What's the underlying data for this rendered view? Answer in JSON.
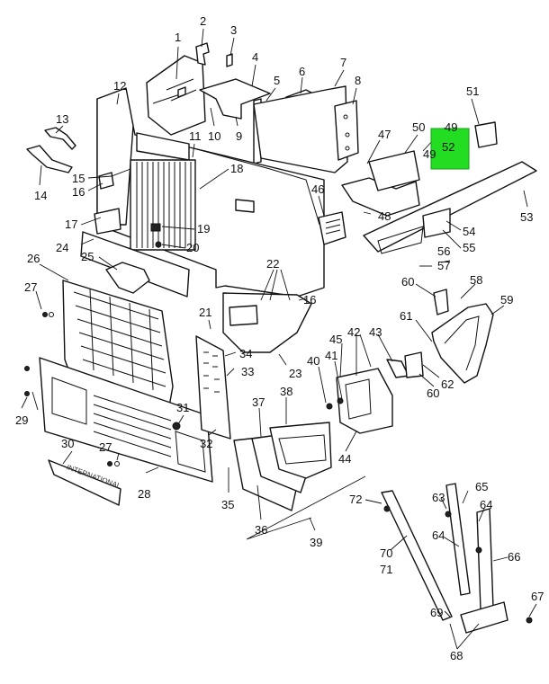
{
  "highlight": {
    "label": "52",
    "color": "#22dd22"
  },
  "emblem_text": "INTERNATIONAL",
  "callouts": [
    {
      "id": "c1",
      "text": "1"
    },
    {
      "id": "c2",
      "text": "2"
    },
    {
      "id": "c3",
      "text": "3"
    },
    {
      "id": "c4",
      "text": "4"
    },
    {
      "id": "c5",
      "text": "5"
    },
    {
      "id": "c6",
      "text": "6"
    },
    {
      "id": "c7",
      "text": "7"
    },
    {
      "id": "c8",
      "text": "8"
    },
    {
      "id": "c9",
      "text": "9"
    },
    {
      "id": "c10",
      "text": "10"
    },
    {
      "id": "c11",
      "text": "11"
    },
    {
      "id": "c12",
      "text": "12"
    },
    {
      "id": "c13",
      "text": "13"
    },
    {
      "id": "c14",
      "text": "14"
    },
    {
      "id": "c15",
      "text": "15"
    },
    {
      "id": "c16a",
      "text": "16"
    },
    {
      "id": "c16b",
      "text": "16"
    },
    {
      "id": "c17",
      "text": "17"
    },
    {
      "id": "c18",
      "text": "18"
    },
    {
      "id": "c19",
      "text": "19"
    },
    {
      "id": "c20",
      "text": "20"
    },
    {
      "id": "c21",
      "text": "21"
    },
    {
      "id": "c22",
      "text": "22"
    },
    {
      "id": "c23",
      "text": "23"
    },
    {
      "id": "c24",
      "text": "24"
    },
    {
      "id": "c25",
      "text": "25"
    },
    {
      "id": "c26",
      "text": "26"
    },
    {
      "id": "c27a",
      "text": "27"
    },
    {
      "id": "c27b",
      "text": "27"
    },
    {
      "id": "c28",
      "text": "28"
    },
    {
      "id": "c29",
      "text": "29"
    },
    {
      "id": "c30",
      "text": "30"
    },
    {
      "id": "c31",
      "text": "31"
    },
    {
      "id": "c32",
      "text": "32"
    },
    {
      "id": "c33",
      "text": "33"
    },
    {
      "id": "c34",
      "text": "34"
    },
    {
      "id": "c35",
      "text": "35"
    },
    {
      "id": "c36",
      "text": "36"
    },
    {
      "id": "c37",
      "text": "37"
    },
    {
      "id": "c38",
      "text": "38"
    },
    {
      "id": "c39",
      "text": "39"
    },
    {
      "id": "c40",
      "text": "40"
    },
    {
      "id": "c41",
      "text": "41"
    },
    {
      "id": "c42",
      "text": "42"
    },
    {
      "id": "c43",
      "text": "43"
    },
    {
      "id": "c44",
      "text": "44"
    },
    {
      "id": "c45",
      "text": "45"
    },
    {
      "id": "c46",
      "text": "46"
    },
    {
      "id": "c47",
      "text": "47"
    },
    {
      "id": "c48",
      "text": "48"
    },
    {
      "id": "c49a",
      "text": "49"
    },
    {
      "id": "c49b",
      "text": "49"
    },
    {
      "id": "c50",
      "text": "50"
    },
    {
      "id": "c51",
      "text": "51"
    },
    {
      "id": "c53",
      "text": "53"
    },
    {
      "id": "c54",
      "text": "54"
    },
    {
      "id": "c55",
      "text": "55"
    },
    {
      "id": "c56",
      "text": "56"
    },
    {
      "id": "c57",
      "text": "57"
    },
    {
      "id": "c58",
      "text": "58"
    },
    {
      "id": "c59",
      "text": "59"
    },
    {
      "id": "c60a",
      "text": "60"
    },
    {
      "id": "c60b",
      "text": "60"
    },
    {
      "id": "c61",
      "text": "61"
    },
    {
      "id": "c62",
      "text": "62"
    },
    {
      "id": "c63",
      "text": "63"
    },
    {
      "id": "c64a",
      "text": "64"
    },
    {
      "id": "c64b",
      "text": "64"
    },
    {
      "id": "c65",
      "text": "65"
    },
    {
      "id": "c66",
      "text": "66"
    },
    {
      "id": "c67",
      "text": "67"
    },
    {
      "id": "c68",
      "text": "68"
    },
    {
      "id": "c69",
      "text": "69"
    },
    {
      "id": "c70",
      "text": "70"
    },
    {
      "id": "c71",
      "text": "71"
    },
    {
      "id": "c72",
      "text": "72"
    }
  ]
}
